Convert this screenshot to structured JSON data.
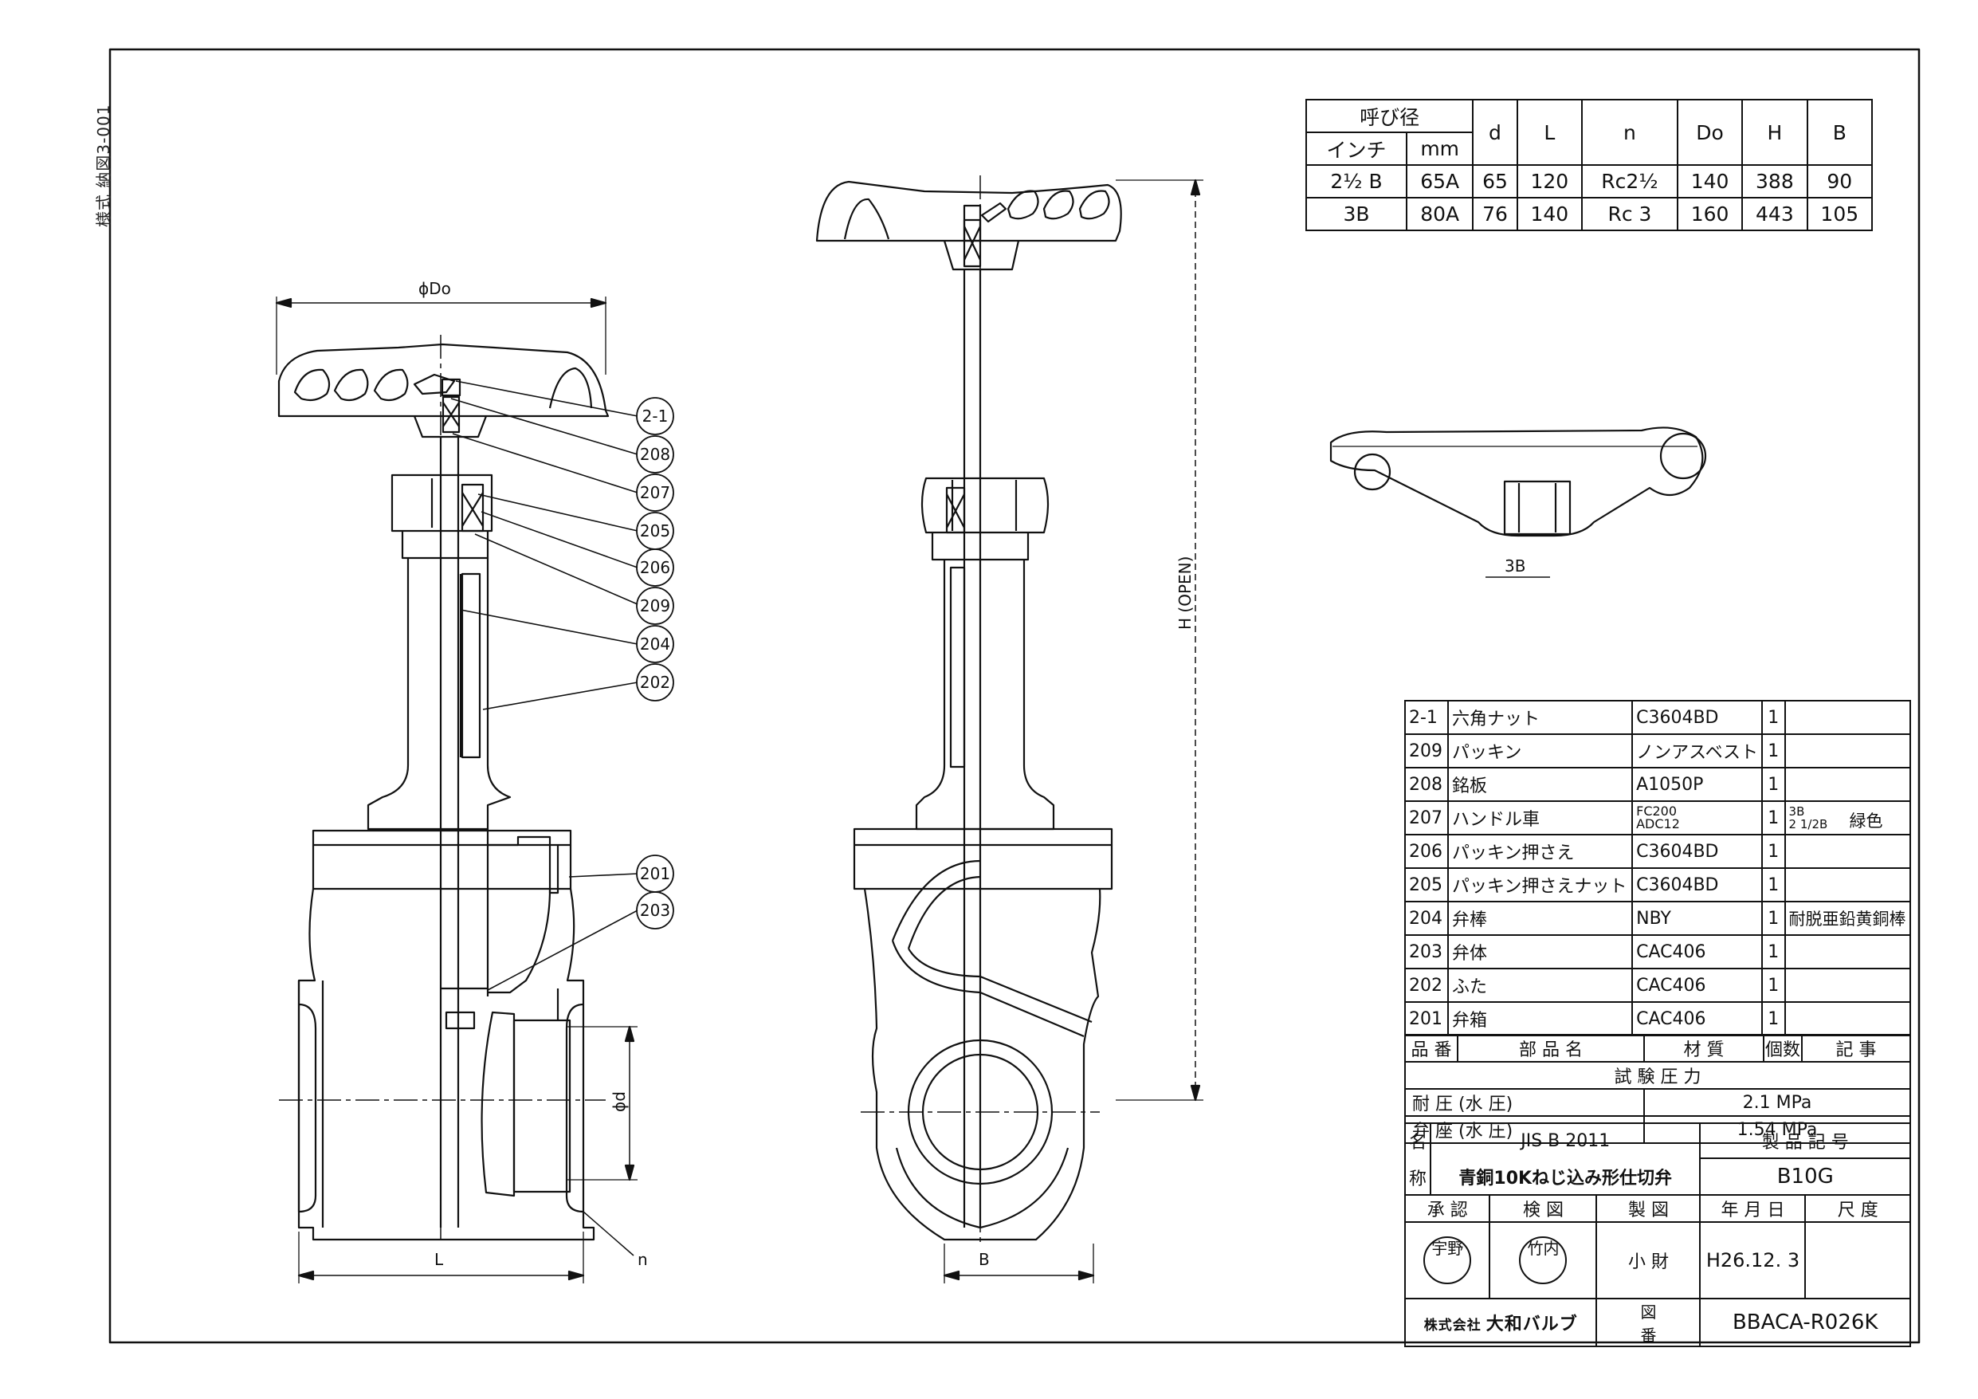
{
  "side_id": "様式 納図3-001",
  "dimensions": {
    "phi_do": "ϕDo",
    "h_open": "H (OPEN)",
    "phi_d": "ϕd",
    "L": "L",
    "B": "B",
    "n": "n",
    "view_3b": "3B"
  },
  "callouts": [
    "2-1",
    "208",
    "207",
    "205",
    "206",
    "209",
    "204",
    "202",
    "201",
    "203"
  ],
  "spec_table": {
    "group_header": "呼び径",
    "sub_headers": [
      "インチ",
      "mm"
    ],
    "headers": [
      "d",
      "L",
      "n",
      "Do",
      "H",
      "B"
    ],
    "rows": [
      {
        "inch": "2½ B",
        "mm": "65A",
        "d": "65",
        "L": "120",
        "n": "Rc2½",
        "Do": "140",
        "H": "388",
        "B": "90"
      },
      {
        "inch": "3B",
        "mm": "80A",
        "d": "76",
        "L": "140",
        "n": "Rc 3",
        "Do": "160",
        "H": "443",
        "B": "105"
      }
    ]
  },
  "parts": [
    {
      "no": "2-1",
      "name": "六角ナット",
      "material": "C3604BD",
      "qty": "1",
      "remark": ""
    },
    {
      "no": "209",
      "name": "パッキン",
      "material": "ノンアスベスト",
      "qty": "1",
      "remark": ""
    },
    {
      "no": "208",
      "name": "銘板",
      "material": "A1050P",
      "qty": "1",
      "remark": ""
    },
    {
      "no": "207",
      "name": "ハンドル車",
      "material": "FC200",
      "material2": "ADC12",
      "qty": "1",
      "remark": "3B",
      "remark2": "2 1/2B",
      "remark3": "緑色"
    },
    {
      "no": "206",
      "name": "パッキン押さえ",
      "material": "C3604BD",
      "qty": "1",
      "remark": ""
    },
    {
      "no": "205",
      "name": "パッキン押さえナット",
      "material": "C3604BD",
      "qty": "1",
      "remark": ""
    },
    {
      "no": "204",
      "name": "弁棒",
      "material": "NBY",
      "qty": "1",
      "remark": "耐脱亜鉛黄銅棒"
    },
    {
      "no": "203",
      "name": "弁体",
      "material": "CAC406",
      "qty": "1",
      "remark": ""
    },
    {
      "no": "202",
      "name": "ふた",
      "material": "CAC406",
      "qty": "1",
      "remark": ""
    },
    {
      "no": "201",
      "name": "弁箱",
      "material": "CAC406",
      "qty": "1",
      "remark": ""
    }
  ],
  "parts_header": {
    "no": "品 番",
    "name": "部 品 名",
    "material": "材 質",
    "qty": "個数",
    "remark": "記 事"
  },
  "test": {
    "title": "試 験 圧 力",
    "rows": [
      {
        "label": "耐 圧 (水 圧)",
        "value": "2.1 MPa"
      },
      {
        "label": "弁 座 (水 圧)",
        "value": "1.54 MPa"
      }
    ]
  },
  "title_block": {
    "name_label_1": "名",
    "name_label_2": "称",
    "standard": "JIS B 2011",
    "title": "青銅10Kねじ込み形仕切弁",
    "product_code_label": "製 品 記 号",
    "product_code": "B10G",
    "approve": "承 認",
    "check": "検 図",
    "drawn": "製 図",
    "date_label": "年 月 日",
    "scale_label": "尺 度",
    "stamp1": "宇野",
    "stamp2": "竹内",
    "drafter": "小 財",
    "date": "H26.12. 3",
    "company_prefix": "株式会社",
    "company": "大和バルブ",
    "drawing_no_label_1": "図",
    "drawing_no_label_2": "番",
    "drawing_no": "BBACA-R026K"
  }
}
